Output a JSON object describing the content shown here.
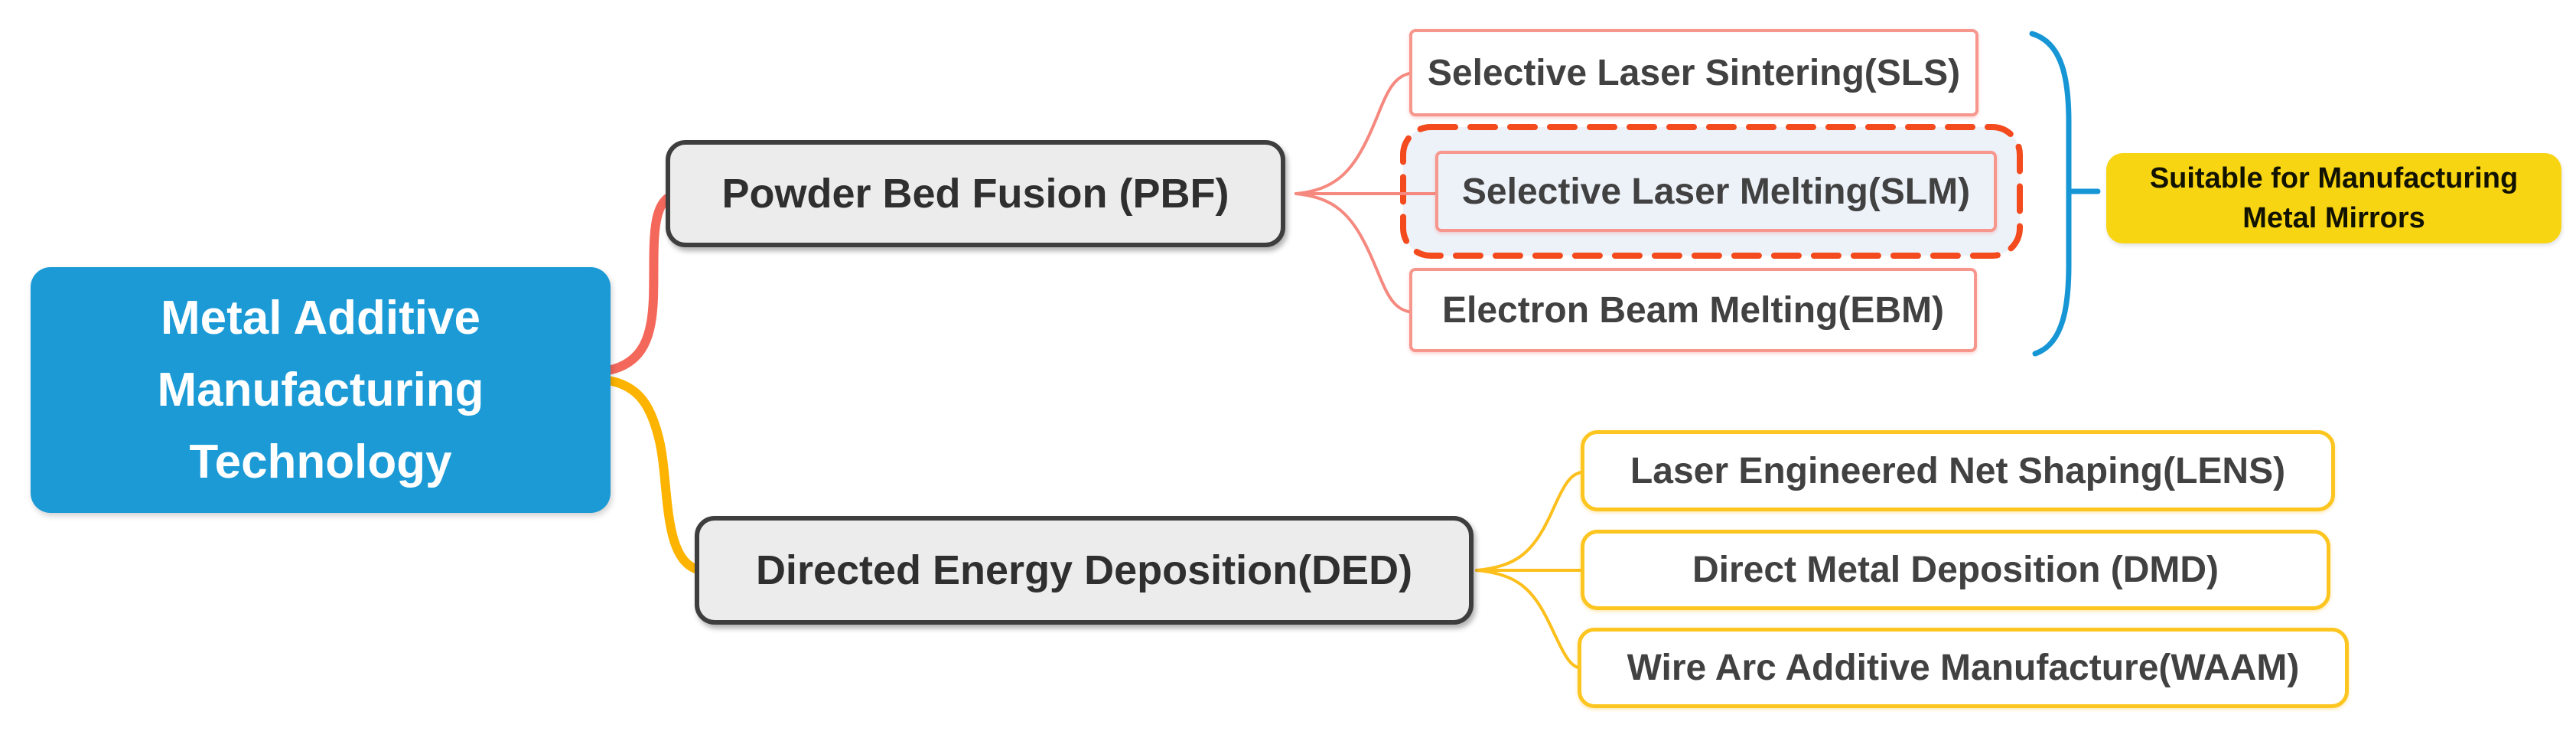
{
  "figure": {
    "root": {
      "lines": [
        "Metal Additive",
        "Manufacturing",
        "Technology"
      ]
    },
    "pbf": {
      "label": "Powder Bed Fusion (PBF)",
      "children": [
        {
          "label": "Selective Laser Sintering(SLS)",
          "highlighted": false
        },
        {
          "label": "Selective Laser Melting(SLM)",
          "highlighted": true
        },
        {
          "label": "Electron Beam Melting(EBM)",
          "highlighted": false
        }
      ]
    },
    "ded": {
      "label": "Directed Energy Deposition(DED)",
      "children": [
        {
          "label": "Laser Engineered Net Shaping(LENS)",
          "highlighted": false
        },
        {
          "label": "Direct Metal Deposition (DMD)",
          "highlighted": false
        },
        {
          "label": "Wire Arc Additive Manufacture(WAAM)",
          "highlighted": false
        }
      ]
    },
    "annotation": {
      "lines": [
        "Suitable for Manufacturing",
        "Metal Mirrors"
      ],
      "applies_to": "Powder Bed Fusion (PBF) group"
    }
  },
  "colors": {
    "root_fill": "#1b9ad6",
    "root_text": "#ffffff",
    "branch_pbf": "#f4685c",
    "branch_ded": "#fcb400",
    "fan_pbf": "#f6897f",
    "fan_ded": "#fcbf1c",
    "pbf_child_border": "#f6968c",
    "ded_child_border": "#fcc51f",
    "highlight_dash": "#f34a1e",
    "highlight_fill": "#edf2f9",
    "brace": "#1796d5",
    "annotation_fill": "#f8d512",
    "category_fill": "#ececec",
    "category_border": "#3e3e3e"
  }
}
